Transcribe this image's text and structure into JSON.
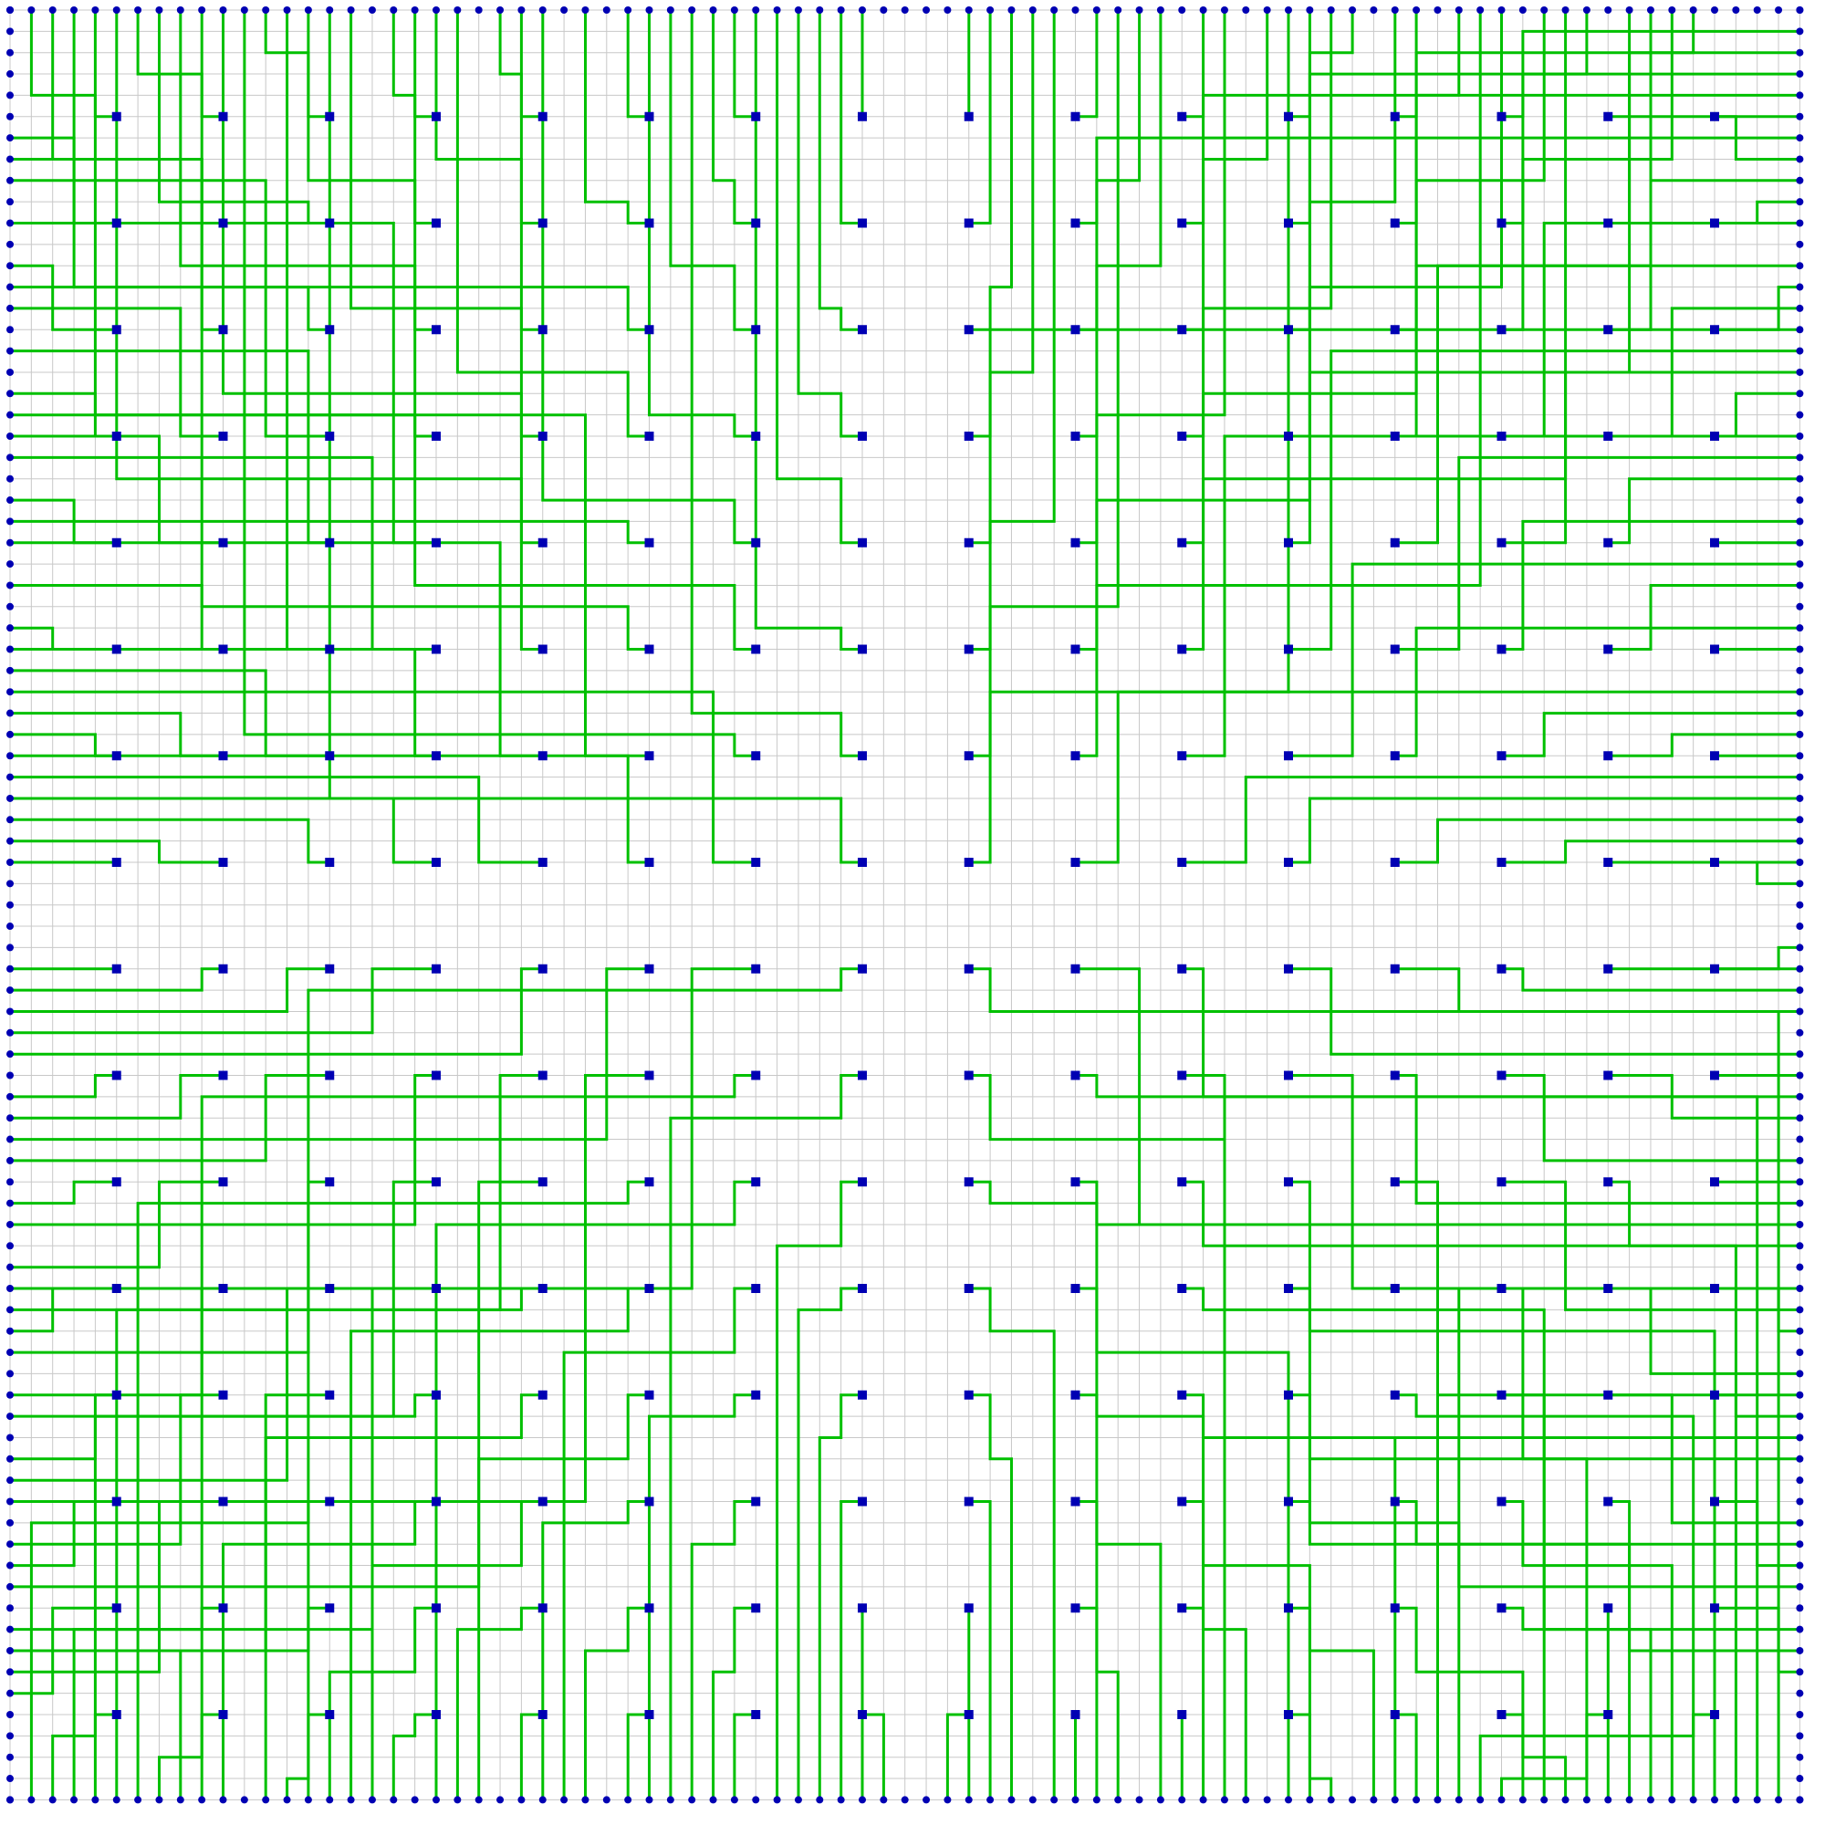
{
  "diagram": {
    "type": "pcb-fanout-routing",
    "grid": {
      "columns": 85,
      "rows": 85,
      "color": "#c8c8c8"
    },
    "pads": {
      "columns": 16,
      "rows": 16,
      "color": "#0000b3",
      "shape": "square"
    },
    "pins": {
      "per_side": 85,
      "color": "#0000b3",
      "shape": "circle"
    },
    "traces": {
      "color": "#00c000"
    }
  }
}
